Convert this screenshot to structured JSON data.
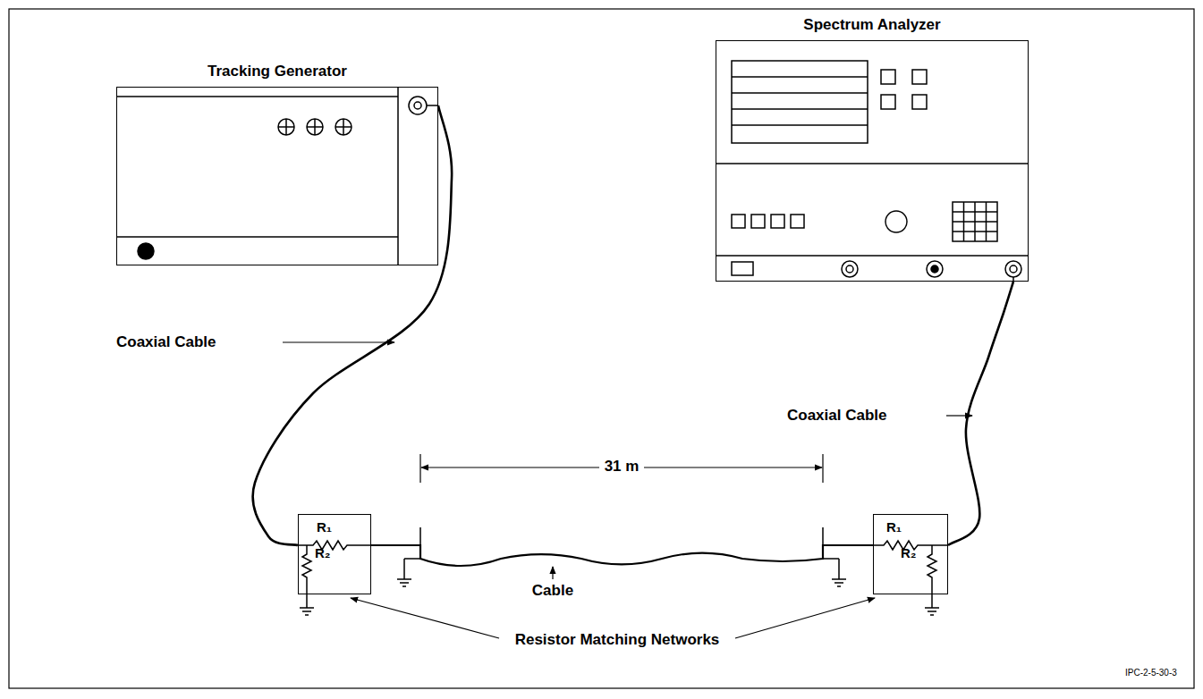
{
  "diagram": {
    "nodes": [
      {
        "text": [
          "Tracking Generator"
        ]
      },
      {
        "text": [
          "Spectrum Analyzer"
        ]
      },
      {
        "text": [
          "R₁",
          "R₂"
        ]
      },
      {
        "text": [
          "R₁",
          "R₂"
        ]
      }
    ],
    "edges": [
      {
        "from": 0,
        "to": 2,
        "arrow": "none"
      },
      {
        "from": 2,
        "to": 3,
        "arrow": "none"
      },
      {
        "from": 3,
        "to": 1,
        "arrow": "none"
      }
    ],
    "labels": [
      "Coaxial Cable",
      "Coaxial Cable",
      "31 m",
      "Cable",
      "Resistor Matching Networks",
      "IPC-2-5-30-3"
    ]
  }
}
